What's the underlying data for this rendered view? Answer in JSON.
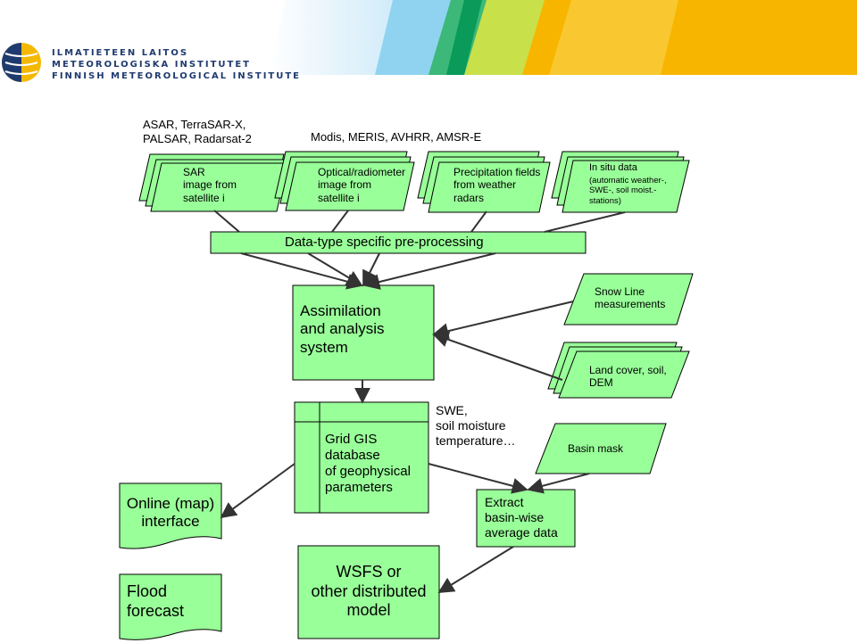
{
  "header": {
    "org_fi": "ILMATIETEEN LAITOS",
    "org_sv": "METEOROLOGISKA INSTITUTET",
    "org_en": "FINNISH METEOROLOGICAL INSTITUTE"
  },
  "colors": {
    "box_fill": "#99ff99",
    "box_stroke": "#000000",
    "arrow": "#333333",
    "logo_blue": "#1f3a6e",
    "logo_yellow": "#f5b800"
  },
  "sources": {
    "sar_label": "ASAR, TerraSAR-X,\nPALSAR, Radarsat-2",
    "optical_label": "Modis, MERIS, AVHRR, AMSR-E"
  },
  "nodes": {
    "sar": "SAR\nimage from\nsatellite i",
    "optical": "Optical/radiometer\nimage from\nsatellite i",
    "precip": "Precipitation fields\nfrom weather\nradars",
    "insitu_title": "In situ data",
    "insitu_detail": "(automatic weather-,\nSWE-,  soil moist.-\nstations)",
    "preprocessing": "Data-type specific pre-processing",
    "assimilation": "Assimilation\nand analysis\nsystem",
    "snowline": "Snow Line\nmeasurements",
    "landcover": "Land cover, soil,\nDEM",
    "gis": "Grid GIS\ndatabase\nof geophysical\nparameters",
    "swe_label": "SWE,\nsoil moisture\ntemperature…",
    "basin_mask": "Basin mask",
    "extract": "Extract\nbasin-wise\naverage data",
    "online": "Online (map)\ninterface",
    "flood": "Flood\nforecast",
    "wsfs": "WSFS or\nother distributed\nmodel"
  }
}
